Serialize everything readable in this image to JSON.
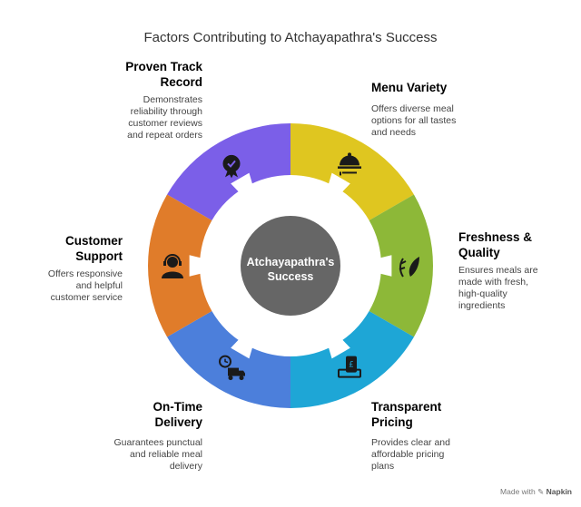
{
  "title": "Factors Contributing to Atchayapathra's Success",
  "center": {
    "label": "Atchayapathra's\nSuccess",
    "color": "#666666"
  },
  "segments": [
    {
      "key": "proven",
      "label": "Proven Track\nRecord",
      "desc": "Demonstrates\nreliability through\ncustomer reviews\nand repeat orders",
      "color": "#7b5fe8",
      "text_color": "#7b5fe8",
      "icon": "badge-check-icon"
    },
    {
      "key": "menu",
      "label": "Menu Variety",
      "desc": "Offers diverse meal\noptions for all tastes\nand needs",
      "color": "#dfc620",
      "text_color": "#d2b800",
      "icon": "food-cloche-icon"
    },
    {
      "key": "fresh",
      "label": "Freshness &\nQuality",
      "desc": "Ensures meals are\nmade with fresh,\nhigh-quality\ningredients",
      "color": "#8db838",
      "text_color": "#88b32e",
      "icon": "plant-leaf-icon"
    },
    {
      "key": "pricing",
      "label": "Transparent\nPricing",
      "desc": "Provides clear and\naffordable pricing\nplans",
      "color": "#1ea6d6",
      "text_color": "#1a9fd0",
      "icon": "price-tag-icon"
    },
    {
      "key": "delivery",
      "label": "On-Time\nDelivery",
      "desc": "Guarantees punctual\nand reliable meal\ndelivery",
      "color": "#4c7fdb",
      "text_color": "#4c7fdb",
      "icon": "delivery-truck-icon"
    },
    {
      "key": "support",
      "label": "Customer\nSupport",
      "desc": "Offers responsive\nand helpful\ncustomer service",
      "color": "#e07c2a",
      "text_color": "#e07c2a",
      "icon": "support-agent-icon"
    }
  ],
  "footer": {
    "prefix": "Made with",
    "brand": "Napkin"
  }
}
